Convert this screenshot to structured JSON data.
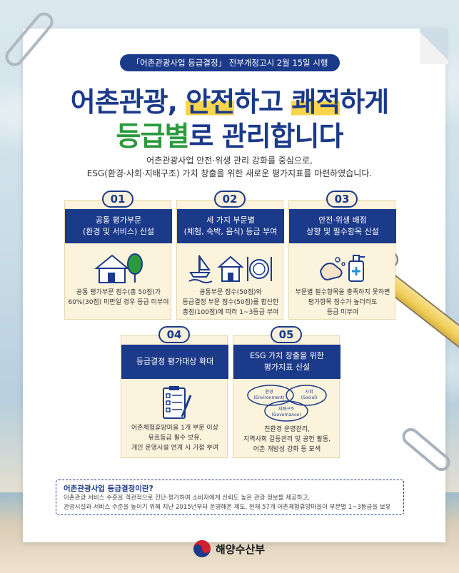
{
  "banner": "「어촌관광사업 등급결정」 전부개정고시 2월 15일 시행",
  "title": {
    "line1_a": "어촌관광, ",
    "line1_b": "안전",
    "line1_c": "하고 ",
    "line1_d": "쾌적",
    "line1_e": "하게",
    "line2_a": "등급별",
    "line2_b": "로 관리합니다"
  },
  "subtitle": {
    "line1": "어촌관광사업 안전·위생 관리 강화를 중심으로,",
    "line2": "ESG(환경·사회·지배구조) 가치 창출을 위한 새로운 평가지표를 마련하였습니다."
  },
  "cards": [
    {
      "num": "01",
      "head1": "공통 평가부문",
      "head2": "(환경 및 서비스) 신설",
      "icon": "house-tree-icon",
      "text1": "공통 평가부문 점수(총 50점)가",
      "text2": "60%(30점) 미만일 경우 등급 미부여",
      "text3": ""
    },
    {
      "num": "02",
      "head1": "세 가지 부문별",
      "head2": "(체험, 숙박, 음식) 등급 부여",
      "icon": "boat-house-dish-icon",
      "text1": "공통부문 점수(50점)와",
      "text2": "등급결정 부문 점수(50점)를 합산한",
      "text3": "총점(100점)에 따라 1~3등급 부여"
    },
    {
      "num": "03",
      "head1": "안전·위생 배점",
      "head2": "상향 및 필수항목 신설",
      "icon": "hand-wash-icon",
      "text1": "부문별 필수항목을 충족하지 못하면",
      "text2": "평가항목 점수가 높더라도",
      "text3": "등급 미부여"
    },
    {
      "num": "04",
      "head1": "등급결정 평가대상 확대",
      "head2": "",
      "icon": "checklist-icon",
      "text1": "어촌체험휴양마을 1개 부문 이상",
      "text2": "유효등급 필수 보유,",
      "text3": "개인 운영시설 연계 시 가점 부여"
    },
    {
      "num": "05",
      "head1": "ESG 가치 창출을 위한",
      "head2": "평가지표 신설",
      "icon": "venn-icon",
      "text1": "친환경 운영관리,",
      "text2": "지역사회 갈등관리 및 공헌 활동,",
      "text3": "어촌 개방성 강화 등 모색"
    }
  ],
  "venn": {
    "env1": "환경",
    "env2": "(Environment)",
    "soc1": "사회",
    "soc2": "(Social)",
    "gov1": "지배구조",
    "gov2": "(Governance)"
  },
  "note": {
    "title": "어촌관광사업 등급결정이란?",
    "line1": "어촌관광 서비스 수준을 객관적으로 진단·평가하여 소비자에게 신뢰도 높은 관광 정보를 제공하고,",
    "line2": "관광시설과 서비스 수준을 높이기 위해 지난 2015년부터 운영해온 제도. 현재 57개 어촌체험휴양마을이 부문별 1~3등급을 보유"
  },
  "footer": {
    "ministry": "해양수산부"
  },
  "colors": {
    "navy": "#1c3a8a",
    "yellow": "#f8d54a",
    "green": "#2b9a3c",
    "card_bg": "#fbf3dc"
  }
}
